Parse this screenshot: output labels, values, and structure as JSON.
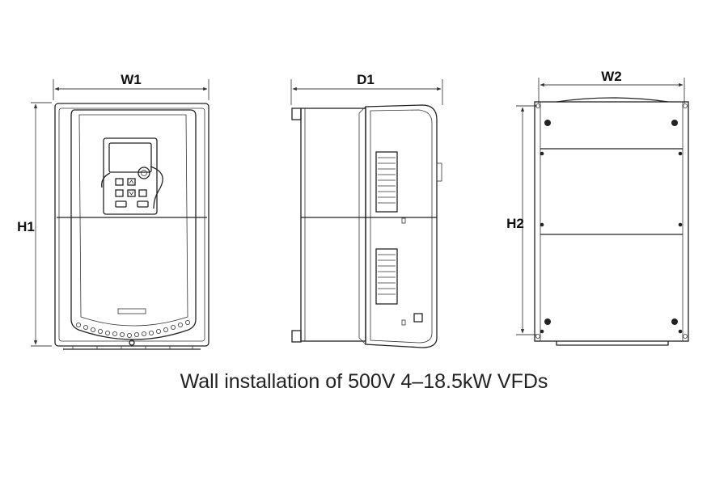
{
  "dimensions": {
    "w1": "W1",
    "h1": "H1",
    "d1": "D1",
    "w2": "W2",
    "h2": "H2"
  },
  "caption": "Wall installation of 500V 4–18.5kW VFDs"
}
